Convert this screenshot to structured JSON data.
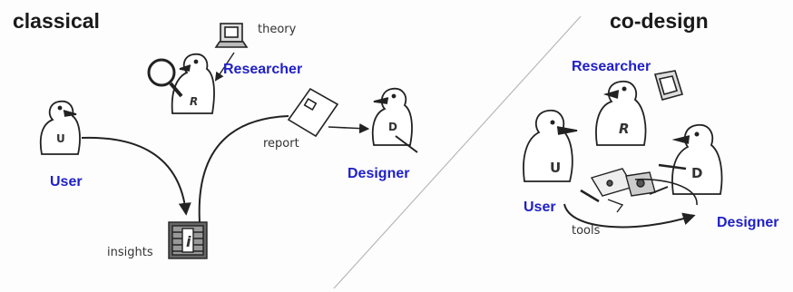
{
  "colors": {
    "role_label": "#1f1fc8",
    "ink": "#222222"
  },
  "classical": {
    "title": "classical",
    "theory_label": "theory",
    "researcher_label": "Researcher",
    "user_label": "User",
    "designer_label": "Designer",
    "report_label": "report",
    "insights_label": "insights",
    "user_badge": "U",
    "researcher_badge": "R",
    "designer_badge": "D",
    "insights_badge": "i"
  },
  "codesign": {
    "title": "co-design",
    "researcher_label": "Researcher",
    "user_label": "User",
    "designer_label": "Designer",
    "tools_label": "tools",
    "user_badge": "U",
    "researcher_badge": "R",
    "designer_badge": "D"
  },
  "icons": [
    "computer-icon",
    "magnifying-glass-icon",
    "report-document-icon",
    "insights-card-icon",
    "pencil-icon"
  ]
}
